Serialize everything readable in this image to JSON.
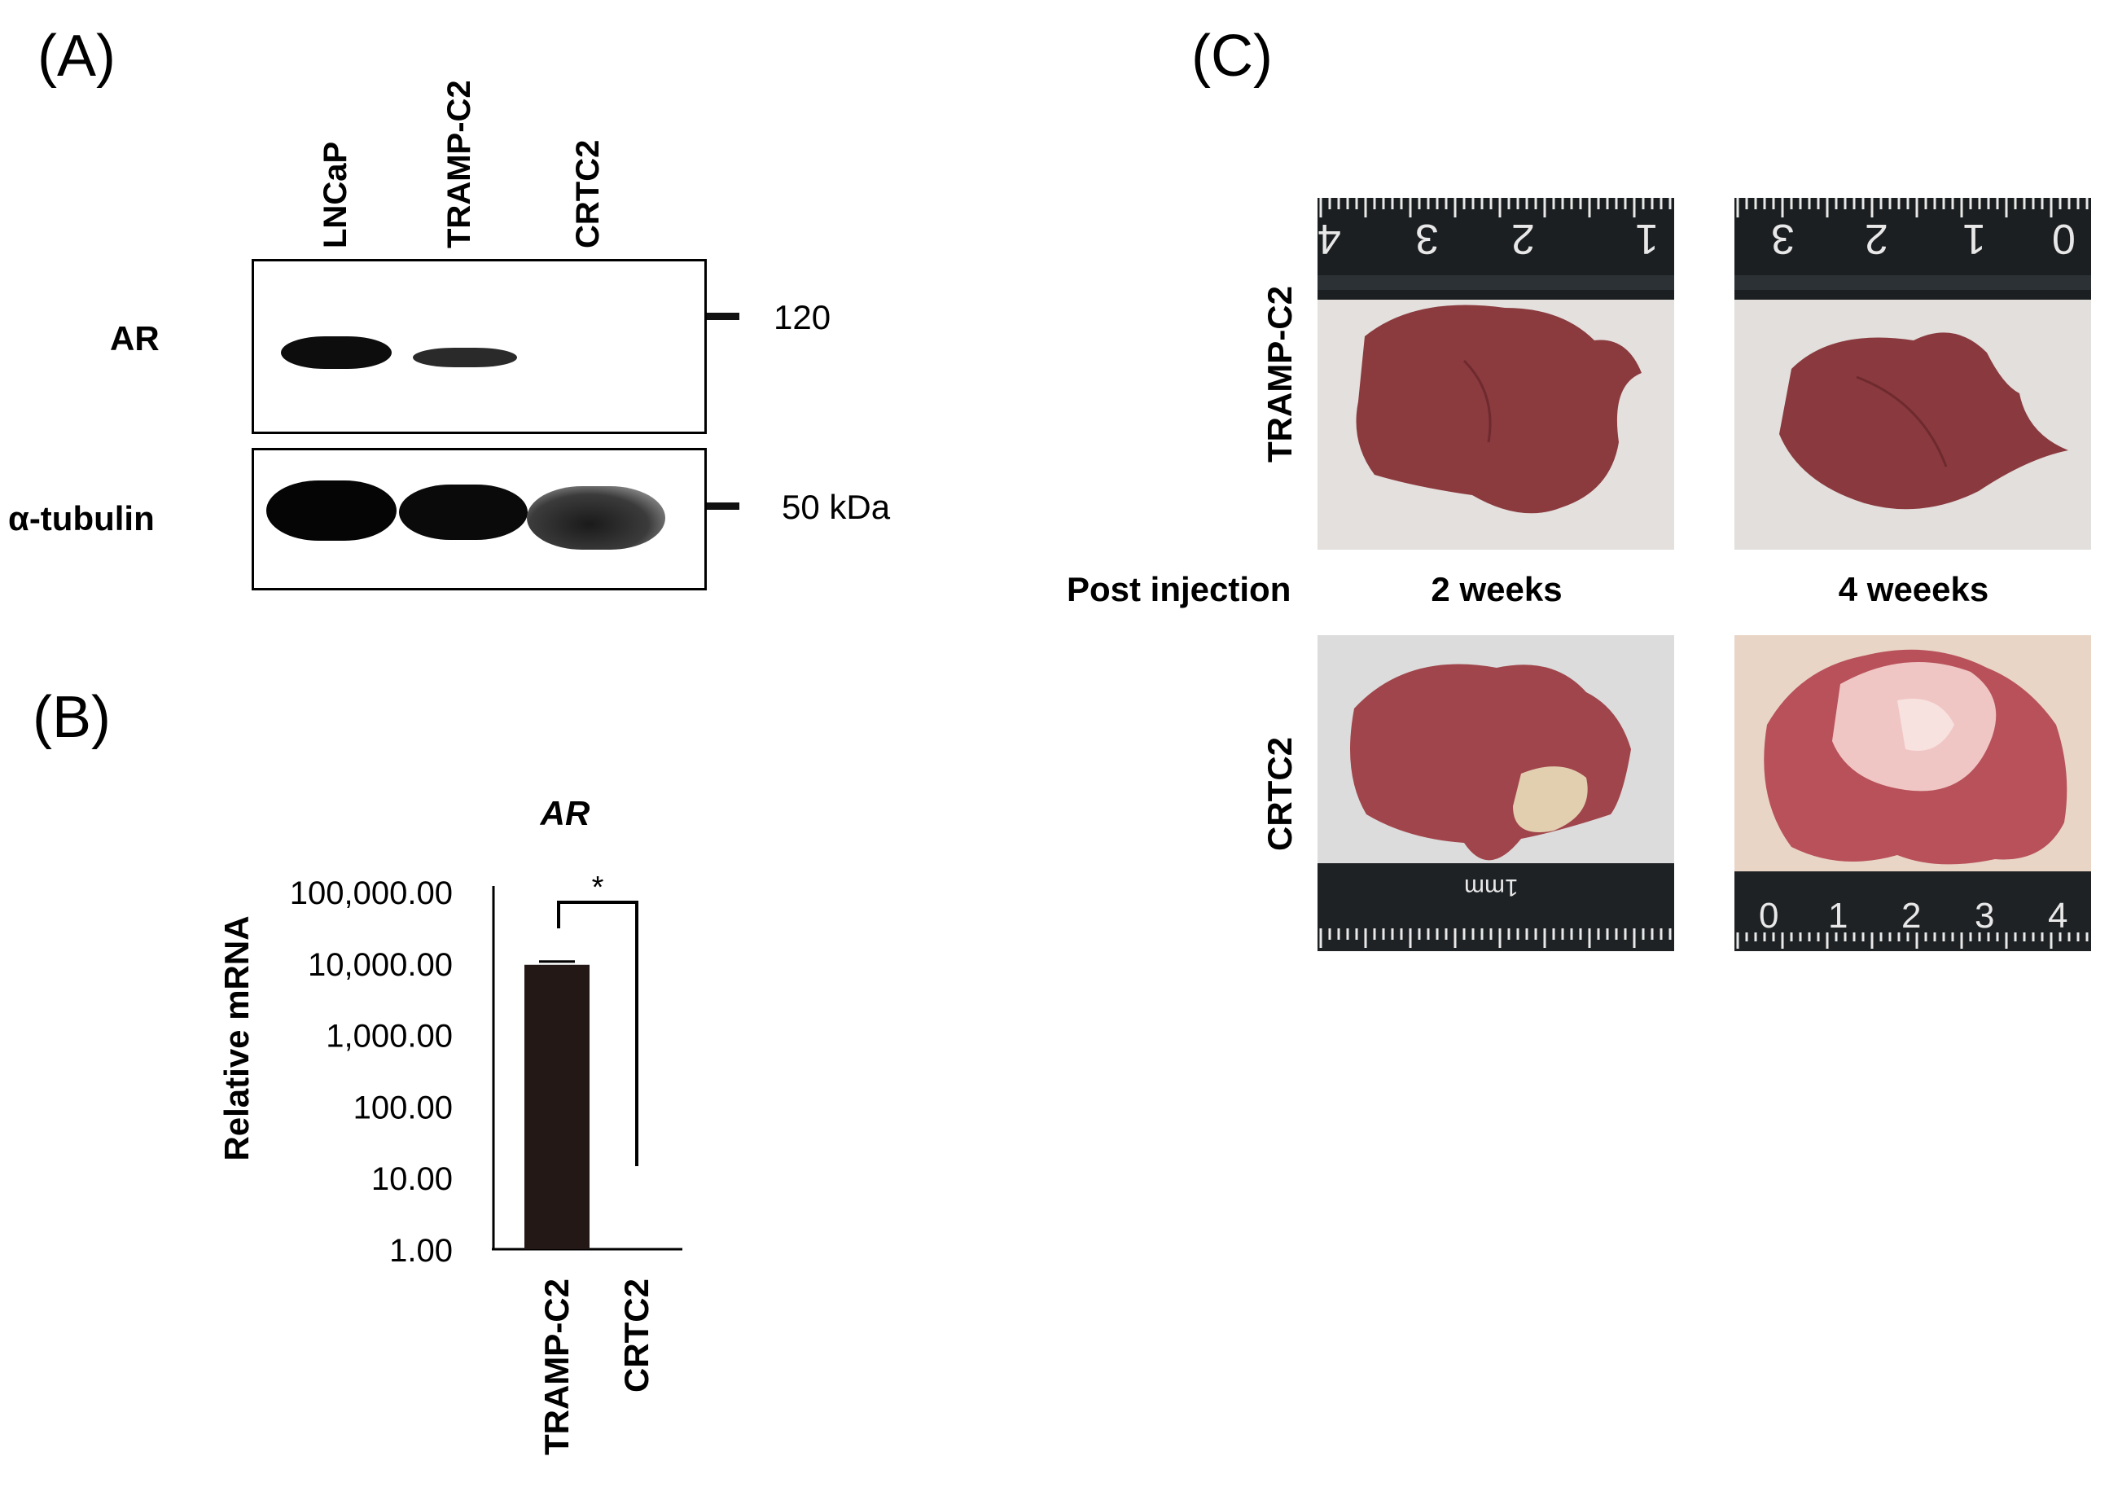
{
  "panelA": {
    "label": "(A)",
    "lanes": [
      "LNCaP",
      "TRAMP-C2",
      "CRTC2"
    ],
    "rows": [
      "AR",
      "α-tubulin"
    ],
    "markers": [
      "120",
      "50 kDa"
    ]
  },
  "panelB": {
    "label": "(B)",
    "significance": "*"
  },
  "panelC": {
    "label": "(C)",
    "row_labels": [
      "TRAMP-C2",
      "CRTC2"
    ],
    "timeline_label": "Post injection",
    "columns": [
      "2 weeks",
      "4 weeeks"
    ],
    "ruler_top_left": [
      "4",
      "3",
      "2",
      "1"
    ],
    "ruler_top_right": [
      "3",
      "2",
      "1",
      "0"
    ],
    "ruler_bottom_left": "1mm",
    "ruler_bottom_right": [
      "0",
      "1",
      "2",
      "3",
      "4"
    ]
  },
  "chart_data": {
    "type": "bar",
    "title": "AR",
    "ylabel": "Relative mRNA",
    "yscale": "log",
    "ylim": [
      1,
      100000
    ],
    "ytick_labels": [
      "100,000.00",
      "10,000.00",
      "1,000.00",
      "100.00",
      "10.00",
      "1.00"
    ],
    "ytick_values": [
      100000,
      10000,
      1000,
      100,
      10,
      1
    ],
    "categories": [
      "TRAMP-C2",
      "CRTC2"
    ],
    "values": [
      9500,
      1
    ],
    "bar_color": "#231815"
  }
}
